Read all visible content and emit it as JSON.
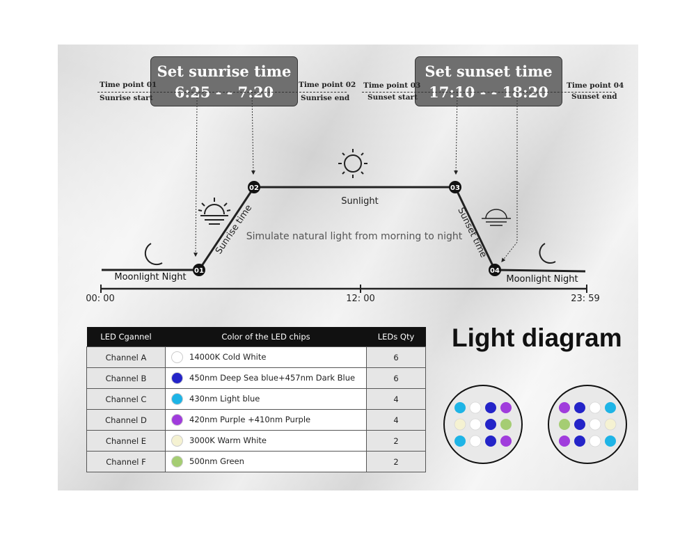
{
  "sunrise_box": {
    "title": "Set sunrise time",
    "time": "6:25 - - 7:20"
  },
  "sunset_box": {
    "title": "Set sunset time",
    "time": "17:10 - - 18:20"
  },
  "time_points": {
    "tp01": {
      "label": "Time point 01",
      "desc": "Sunrise start"
    },
    "tp02": {
      "label": "Time point 02",
      "desc": "Sunrise end"
    },
    "tp03": {
      "label": "Time point 03",
      "desc": "Sunset start"
    },
    "tp04": {
      "label": "Time point 04",
      "desc": "Sunset end"
    }
  },
  "diagram": {
    "nodes": [
      "01",
      "02",
      "03",
      "04"
    ],
    "sunlight": "Sunlight",
    "sunrise_time": "Sunrise time",
    "sunset_time": "Sunset time",
    "moonlight_left": "Moonlight Night",
    "moonlight_right": "Moonlight Night",
    "simulate": "Simulate natural light from morning to night"
  },
  "axis": {
    "start": "00: 00",
    "mid": "12: 00",
    "end": "23: 59"
  },
  "table": {
    "headers": [
      "LED Cganne​l",
      "Color of the LED chips",
      "LEDs Qty"
    ],
    "rows": [
      {
        "channel": "Channel A",
        "color_name": "14000K Cold White",
        "color": "#ffffff",
        "qty": "6"
      },
      {
        "channel": "Channel B",
        "color_name": "450nm Deep Sea blue+457nm Dark Blue",
        "color": "#2424c8",
        "qty": "6"
      },
      {
        "channel": "Channel C",
        "color_name": "430nm Light blue",
        "color": "#1eb4e6",
        "qty": "4"
      },
      {
        "channel": "Channel D",
        "color_name": "420nm Purple +410nm Purple",
        "color": "#a03cdc",
        "qty": "4"
      },
      {
        "channel": "Channel E",
        "color_name": "3000K Warm White",
        "color": "#f5f2d2",
        "qty": "2"
      },
      {
        "channel": "Channel F",
        "color_name": "500nm Green",
        "color": "#a5cd73",
        "qty": "2"
      }
    ]
  },
  "light_diagram_title": "Light diagram",
  "led_layouts": [
    [
      [
        "#1eb4e6",
        "#ffffff",
        "#2424c8",
        "#a03cdc"
      ],
      [
        "#f5f2d2",
        "#ffffff",
        "#2424c8",
        "#a5cd73"
      ],
      [
        "#1eb4e6",
        "#ffffff",
        "#2424c8",
        "#a03cdc"
      ]
    ],
    [
      [
        "#a03cdc",
        "#2424c8",
        "#ffffff",
        "#1eb4e6"
      ],
      [
        "#a5cd73",
        "#2424c8",
        "#ffffff",
        "#f5f2d2"
      ],
      [
        "#a03cdc",
        "#2424c8",
        "#ffffff",
        "#1eb4e6"
      ]
    ]
  ]
}
